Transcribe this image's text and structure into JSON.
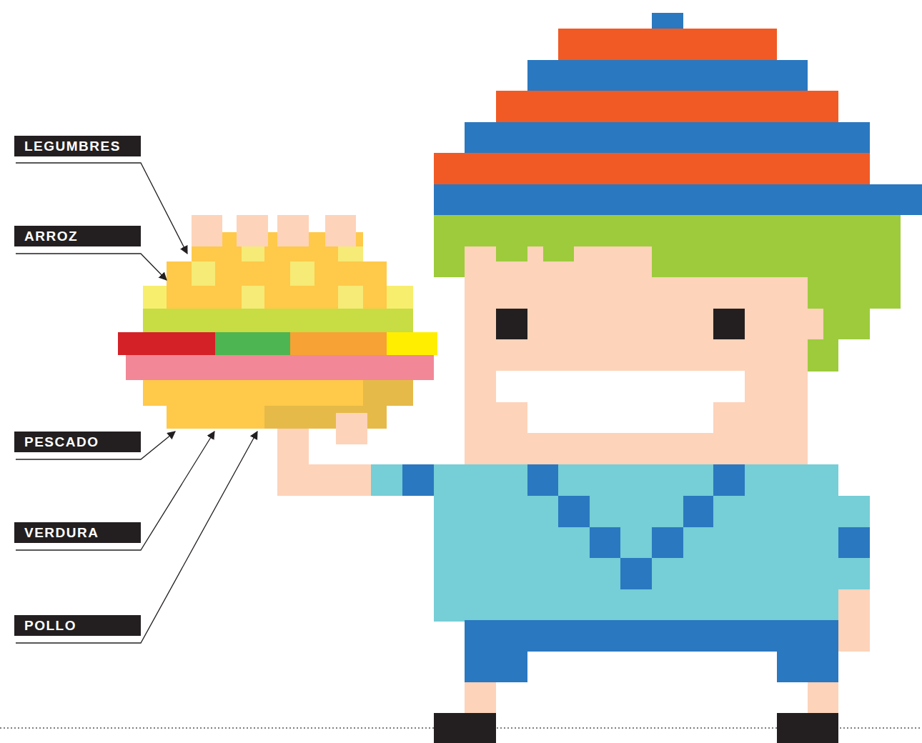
{
  "diagram": {
    "nodes": [
      {
        "text": [
          "LEGUMBRES"
        ]
      },
      {
        "text": [
          "ARROZ"
        ]
      },
      {
        "text": [
          "PESCADO"
        ]
      },
      {
        "text": [
          "VERDURA"
        ]
      },
      {
        "text": [
          "POLLO"
        ]
      }
    ]
  }
}
